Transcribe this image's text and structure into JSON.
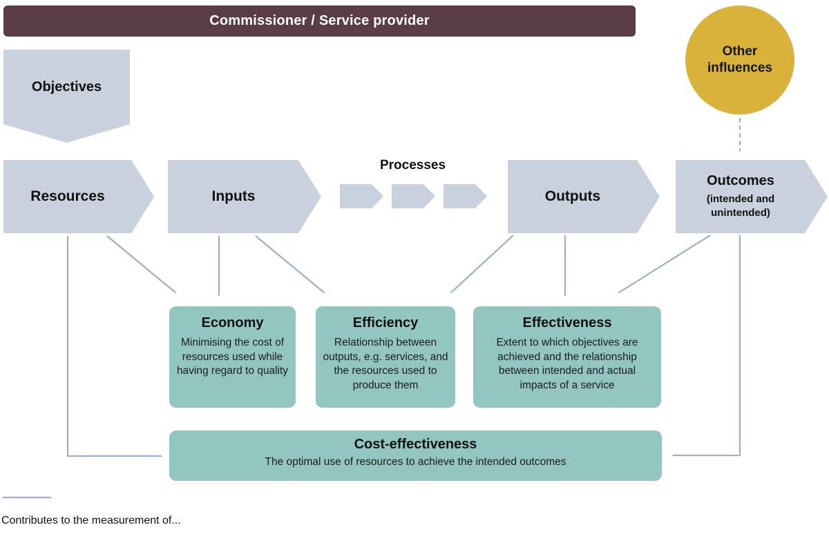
{
  "colors": {
    "header_bg": "#5a3c45",
    "header_text": "#ffffff",
    "flow_shape_fill": "#c8d1dd",
    "measure_fill": "#93c6c1",
    "influences_fill": "#d8b23a",
    "arrow_stroke": "#9dafc5",
    "text": "#111111"
  },
  "header": {
    "label": "Commissioner / Service provider"
  },
  "other_influences": {
    "label": "Other influences"
  },
  "objectives": {
    "label": "Objectives"
  },
  "flow": {
    "resources": "Resources",
    "inputs": "Inputs",
    "processes_label": "Processes",
    "outputs": "Outputs",
    "outcomes_title": "Outcomes",
    "outcomes_subtitle": "(intended and unintended)"
  },
  "measures": [
    {
      "title": "Economy",
      "description": "Minimising the cost of resources used while having regard to quality"
    },
    {
      "title": "Efficiency",
      "description": "Relationship between outputs, e.g. services, and the resources used to produce them"
    },
    {
      "title": "Effectiveness",
      "description": "Extent to which objectives are achieved and the relationship between intended and actual impacts of a service"
    }
  ],
  "cost_effectiveness": {
    "title": "Cost-effectiveness",
    "description": "The optimal use of resources to achieve the intended outcomes"
  },
  "legend": {
    "label": "Contributes to the measurement of..."
  }
}
